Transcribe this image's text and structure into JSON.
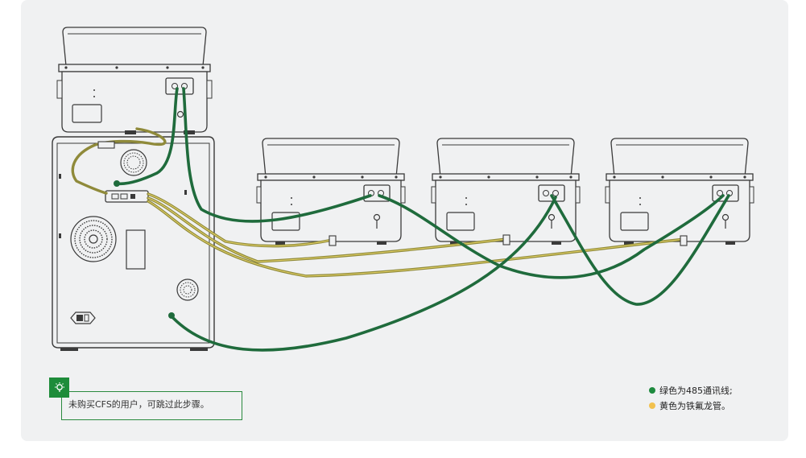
{
  "tip": {
    "text": "未购买CFS的用户，可跳过此步骤。",
    "icon": "lightbulb-icon"
  },
  "legend": [
    {
      "label": "绿色为485通讯线;",
      "color": "#1e8a3e"
    },
    {
      "label": "黄色为铁氟龙管。",
      "color": "#f2c14e"
    }
  ],
  "colors": {
    "green_cable": "#1f6b3c",
    "yellow_tube": "#8f8a3a",
    "line": "#3a3a3a",
    "accent": "#1e8c3a"
  },
  "diagram": {
    "nodes": [
      "printer-top-cfs",
      "printer-body",
      "cfs-unit-1",
      "cfs-unit-2",
      "cfs-unit-3"
    ]
  }
}
